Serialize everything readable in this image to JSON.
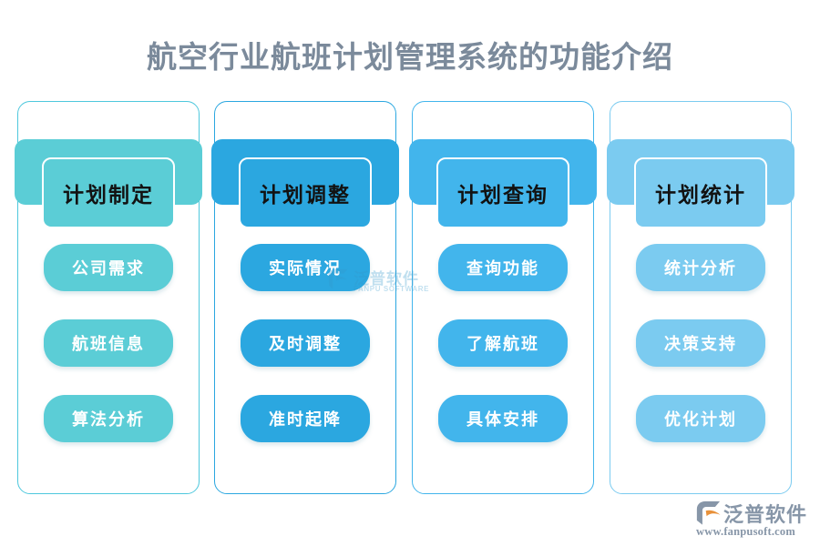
{
  "page": {
    "title": "航空行业航班计划管理系统的功能介绍",
    "background": "#ffffff",
    "title_color": "#7b8a9b"
  },
  "columns": [
    {
      "header": "计划制定",
      "color": "#5bcdd6",
      "border_color": "#4ec8dd",
      "items": [
        "公司需求",
        "航班信息",
        "算法分析"
      ]
    },
    {
      "header": "计划调整",
      "color": "#2ba7e0",
      "border_color": "#2ba7e0",
      "items": [
        "实际情况",
        "及时调整",
        "准时起降"
      ]
    },
    {
      "header": "计划查询",
      "color": "#42b5ec",
      "border_color": "#42b5ec",
      "items": [
        "查询功能",
        "了解航班",
        "具体安排"
      ]
    },
    {
      "header": "计划统计",
      "color": "#7bcbf0",
      "border_color": "#7bcbf0",
      "items": [
        "统计分析",
        "决策支持",
        "优化计划"
      ]
    }
  ],
  "watermark": {
    "name_cn": "泛普软件",
    "name_en": "FANPU SOFTWARE",
    "color": "#3399cc"
  },
  "logo": {
    "name_cn": "泛普软件",
    "url": "www.fanpusoft.com",
    "text_color": "#8796a8",
    "mark_color": "#8796a8",
    "accent_color": "#e8913a"
  }
}
